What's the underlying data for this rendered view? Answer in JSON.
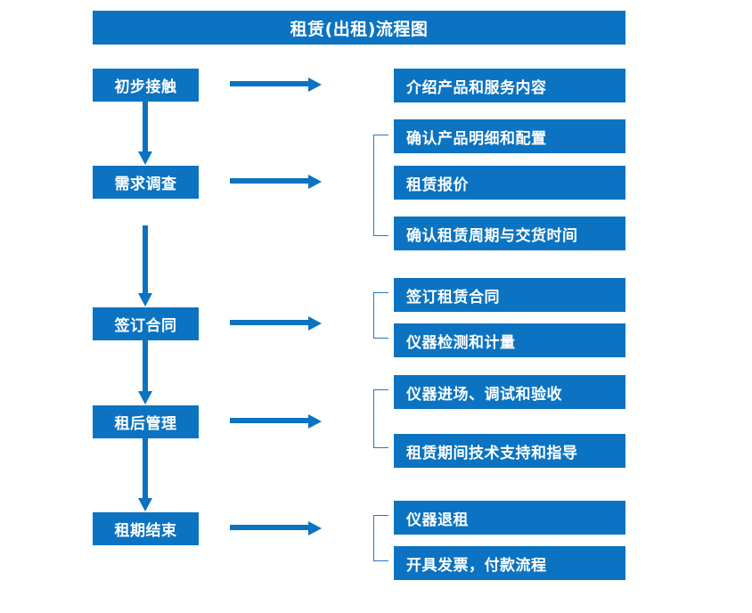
{
  "chart_data": {
    "type": "diagram",
    "title": "租赁(出租)流程图",
    "diagram_kind": "flowchart",
    "orientation": "vertical-with-side-details",
    "accent_color": "#0B73C1",
    "bracket_color": "#2E75B6",
    "stages": [
      {
        "id": "stage-1",
        "label": "初步接触",
        "details": [
          "介绍产品和服务内容"
        ],
        "bracketed": false
      },
      {
        "id": "stage-2",
        "label": "需求调查",
        "details": [
          "确认产品明细和配置",
          "租赁报价",
          "确认租赁周期与交货时间"
        ],
        "bracketed": true
      },
      {
        "id": "stage-3",
        "label": "签订合同",
        "details": [
          "签订租赁合同",
          "仪器检测和计量"
        ],
        "bracketed": true
      },
      {
        "id": "stage-4",
        "label": "租后管理",
        "details": [
          "仪器进场、调试和验收",
          "租赁期间技术支持和指导"
        ],
        "bracketed": true
      },
      {
        "id": "stage-5",
        "label": "租期结束",
        "details": [
          "仪器退租",
          "开具发票，付款流程"
        ],
        "bracketed": true
      }
    ]
  },
  "header": {
    "title": "租赁(出租)流程图"
  },
  "stages": {
    "s1": "初步接触",
    "s2": "需求调查",
    "s3": "签订合同",
    "s4": "租后管理",
    "s5": "租期结束"
  },
  "details": {
    "d1": "介绍产品和服务内容",
    "d2": "确认产品明细和配置",
    "d3": "租赁报价",
    "d4": "确认租赁周期与交货时间",
    "d5": "签订租赁合同",
    "d6": "仪器检测和计量",
    "d7": "仪器进场、调试和验收",
    "d8": "租赁期间技术支持和指导",
    "d9": "仪器退租",
    "d10": "开具发票，付款流程"
  }
}
